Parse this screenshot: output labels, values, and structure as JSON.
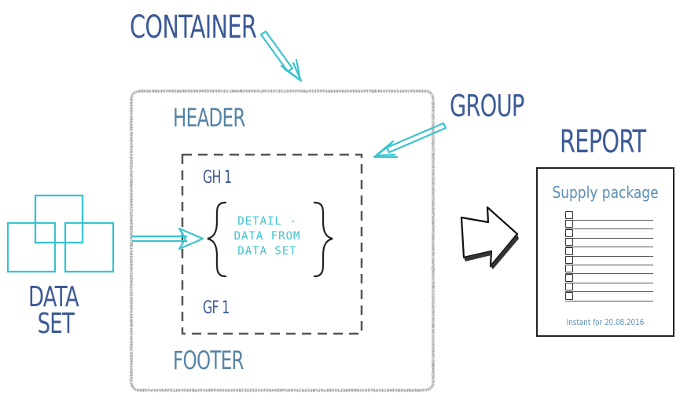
{
  "labels": {
    "container": "CONTAINER",
    "header": "HEADER",
    "footer": "FOOTER",
    "group": "GROUP",
    "group_header": "GH 1",
    "group_footer": "GF 1",
    "detail": [
      "DETAIL -",
      "DATA FROM",
      "DATA SET"
    ],
    "dataset": [
      "DATA",
      "SET"
    ],
    "report": "REPORT"
  },
  "report": {
    "title": "Supply package",
    "checklist_items": 10,
    "footer": "Instant for 20.08.2016"
  },
  "colors": {
    "label_navy": "#3d5a96",
    "label_steel": "#5584a6",
    "accent_teal": "#3cc3cf",
    "outline_gray": "#9a9a9a",
    "dash_gray": "#555555"
  }
}
